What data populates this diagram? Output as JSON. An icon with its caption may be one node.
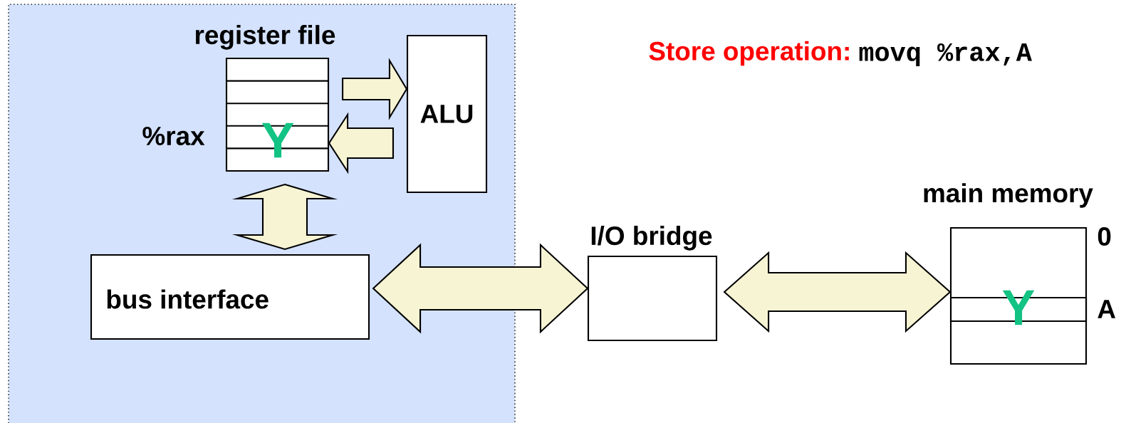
{
  "diagram": {
    "title": "Store operation:",
    "nodes": [
      {
        "text": [],
        "shape": "box"
      },
      {
        "text": [
          "register file",
          "Y"
        ],
        "beside": [
          "%rax"
        ],
        "in": 0
      },
      {
        "text": [
          "ALU"
        ],
        "in": 0
      },
      {
        "text": [
          "bus interface"
        ],
        "in": 0
      },
      {
        "text": [
          "I/O bridge"
        ]
      },
      {
        "text": [
          "main memory",
          "Y"
        ],
        "beside": [
          "0",
          "A"
        ]
      }
    ],
    "edges": [
      {
        "from": 1,
        "to": 2,
        "arrow": "to"
      },
      {
        "from": 2,
        "to": 1,
        "arrow": "to"
      },
      {
        "from": 1,
        "to": 3,
        "arrow": "both"
      },
      {
        "from": 3,
        "to": 4,
        "arrow": "both"
      },
      {
        "from": 4,
        "to": 5,
        "arrow": "both"
      }
    ],
    "labels": [
      "movq %rax,A"
    ]
  }
}
